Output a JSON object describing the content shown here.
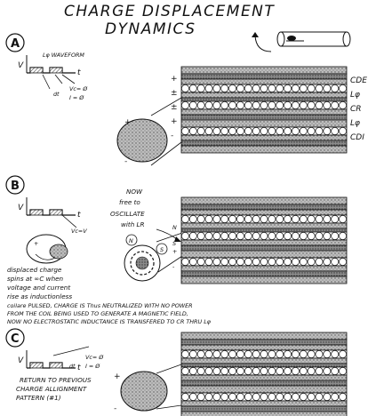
{
  "title_line1": "CHARGE DISPLACEMENT",
  "title_line2": "DYNAMICS",
  "panelA": {
    "marker": "A",
    "waveform_label": "Lφ WAVEFORM",
    "axis_v": "V",
    "axis_t": "t",
    "dt": "dt",
    "vc": "Vc= Ø",
    "current": "I = Ø",
    "layer_labels": [
      "CDE",
      "Lφ",
      "CR",
      "Lφ",
      "CDI"
    ],
    "signs": [
      "+",
      "±",
      "±",
      "+",
      "-"
    ]
  },
  "panelB": {
    "marker": "B",
    "axis_v": "V",
    "axis_t": "t",
    "vc": "Vc=V",
    "oscillate_note": [
      "NOW",
      "free to",
      "OSCILLATE",
      "with LR"
    ],
    "displaced_note": [
      "displaced charge",
      "spins at ∞C when",
      "voltage and current",
      "rise as inductionless"
    ],
    "collapse_note": [
      "coilare PULSED, CHARGE IS Thus NEUTRALIZED WITH NO POWER",
      "FROM THE COIL BEING USED TO GENERATE A MAGNETIC FIELD,",
      "NOW NO ELECTROSTATIC INDUCTANCE IS TRANSFERED TO CR THRU Lφ"
    ],
    "signs": [
      "N",
      "S",
      "+",
      "-"
    ]
  },
  "panelC": {
    "marker": "C",
    "axis_v": "V",
    "axis_t": "t",
    "vc": "Vc= Ø",
    "current": "I = Ø",
    "dt": "dt",
    "return_note": [
      "RETURN TO PREVIOUS",
      "CHARGE ALLIGNMENT",
      "PATTERN (#1)"
    ]
  }
}
